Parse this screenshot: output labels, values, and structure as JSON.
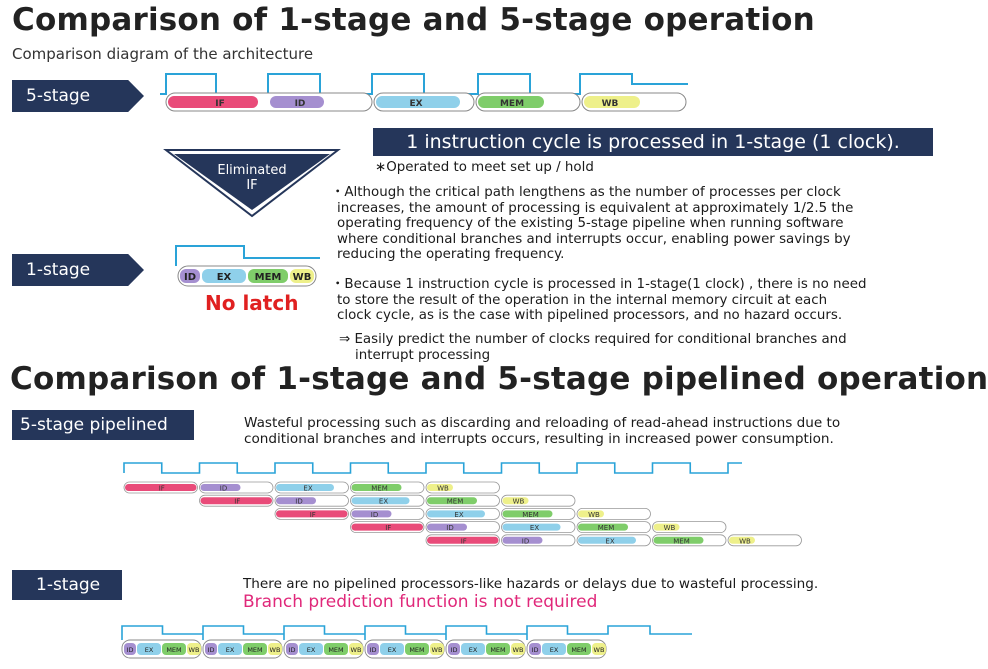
{
  "top": {
    "title": "Comparison of 1-stage and 5-stage operation",
    "subtitle": "Comparison diagram of the architecture",
    "tag_5stage": "5-stage",
    "tag_1stage": "1-stage",
    "stages5": [
      "IF",
      "ID",
      "EX",
      "MEM",
      "WB"
    ],
    "stages1": [
      "ID",
      "EX",
      "MEM",
      "WB"
    ],
    "eliminated_line1": "Eliminated",
    "eliminated_line2": "IF",
    "no_latch": "No latch",
    "banner": "1 instruction cycle is processed in 1-stage (1 clock).",
    "note": "∗Operated to meet set up / hold",
    "bullet1_lines": [
      "・Although the critical path lengthens as the number of processes per clock",
      "increases, the amount of processing is equivalent at approximately 1/2.5 the",
      "operating frequency of the existing 5-stage pipeline when running software",
      "where conditional branches and interrupts occur, enabling power savings by",
      "reducing the operating frequency."
    ],
    "bullet2_lines": [
      "・Because 1 instruction cycle is processed in 1-stage(1 clock) , there is no need",
      "to store the result of the operation in the internal memory circuit at each",
      "clock cycle, as is the case with pipelined processors, and no  hazard occurs."
    ],
    "bullet3_lines": [
      "⇒ Easily predict the number of clocks required for conditional branches and",
      "interrupt processing"
    ]
  },
  "bottom": {
    "title": "Comparison of 1-stage and 5-stage pipelined operation",
    "tag_pipelined": "5-stage pipelined",
    "pipelined_desc_lines": [
      "Wasteful processing such as discarding and reloading of read-ahead instructions due to",
      "conditional branches and interrupts occurs, resulting in increased power consumption."
    ],
    "tag_1stage": "1-stage",
    "onestage_desc": "There are no pipelined processors-like hazards or delays due to wasteful processing.",
    "onestage_highlight": "Branch prediction function is not required",
    "pipeline_rows": 5,
    "onestage_repeats": 6
  },
  "colors": {
    "navy": "#25365a",
    "clock": "#2aa3d8",
    "IF": "#e94b79",
    "ID": "#a58fd0",
    "EX": "#8fd0ea",
    "MEM": "#7fcd6a",
    "WB": "#eef08a",
    "pink_text": "#e0287a",
    "red_text": "#e02020"
  }
}
